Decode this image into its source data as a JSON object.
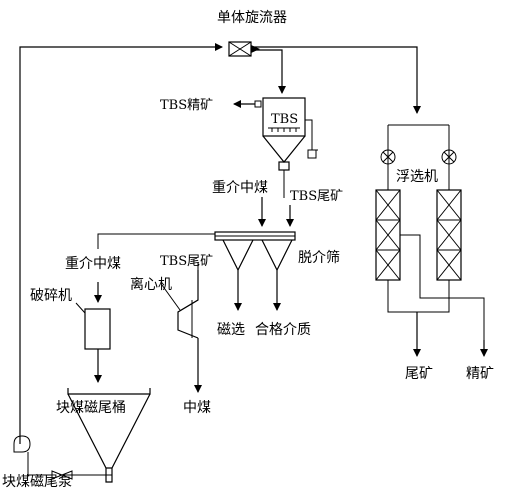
{
  "labels": {
    "cyclone": "单体旋流器",
    "tbs_concentrate": "TBS精矿",
    "tbs_unit": "TBS",
    "dense_medium_coal_top": "重介中煤",
    "tbs_tailings_top": "TBS尾矿",
    "dense_medium_coal_left": "重介中煤",
    "tbs_tailings_mid": "TBS尾矿",
    "desliming_screen": "脱介筛",
    "flotation": "浮选机",
    "crusher": "破碎机",
    "centrifuge": "离心机",
    "magnetic_separation": "磁选",
    "qualified_medium": "合格介质",
    "block_coal_tail_bucket": "块煤磁尾桶",
    "middle_coal": "中煤",
    "block_coal_tail_pump": "块煤磁尾泵",
    "flotation_tailings": "尾矿",
    "flotation_concentrate": "精矿"
  }
}
